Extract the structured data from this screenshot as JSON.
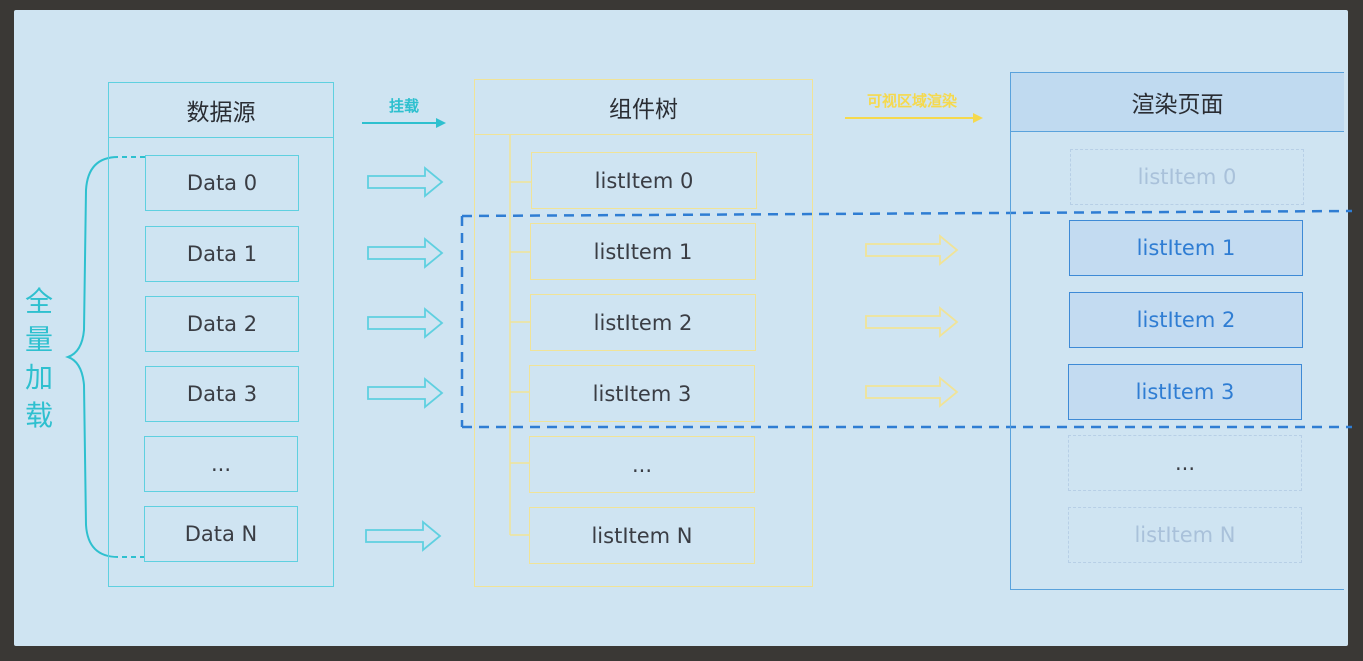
{
  "side_label": [
    "全",
    "量",
    "加",
    "载"
  ],
  "data_source": {
    "title": "数据源",
    "items": [
      "Data 0",
      "Data 1",
      "Data 2",
      "Data 3",
      "...",
      "Data N"
    ]
  },
  "mount_label": "挂载",
  "component_tree": {
    "title": "组件树",
    "items": [
      "listItem 0",
      "listItem 1",
      "listItem 2",
      "listItem 3",
      "...",
      "listItem N"
    ]
  },
  "visible_render_label": "可视区域渲染",
  "render_page": {
    "title": "渲染页面",
    "items": [
      {
        "label": "listItem 0",
        "visible": false
      },
      {
        "label": "listItem 1",
        "visible": true
      },
      {
        "label": "listItem 2",
        "visible": true
      },
      {
        "label": "listItem 3",
        "visible": true
      },
      {
        "label": "...",
        "visible": false
      },
      {
        "label": "listItem N",
        "visible": false
      }
    ]
  },
  "colors": {
    "cyan": "#5fd0e0",
    "yellow": "#f0e398",
    "blue": "#3e8ad6"
  }
}
